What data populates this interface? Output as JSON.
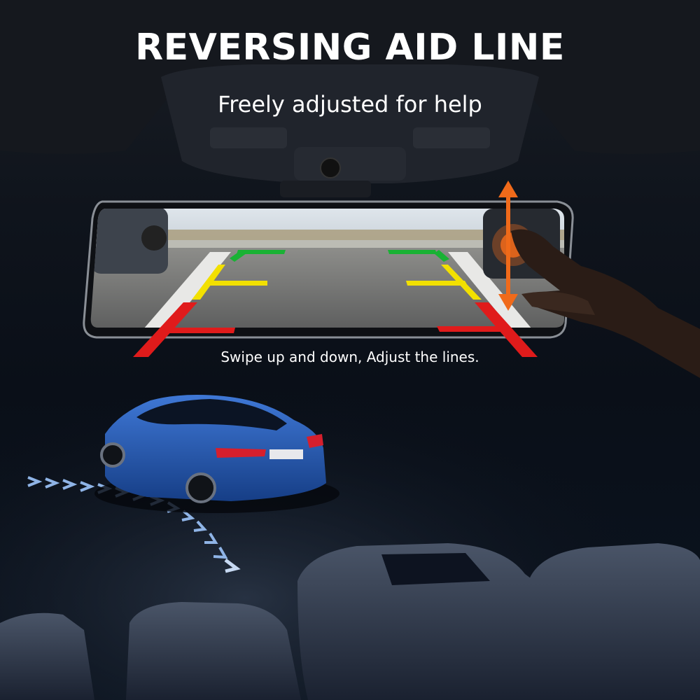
{
  "header": {
    "title": "REVERSING AID LINE",
    "subtitle": "Freely adjusted for help"
  },
  "mirror": {
    "caption": "Swipe up and down, Adjust the lines.",
    "guide_line_colors": {
      "near": "#e01b1b",
      "mid": "#f2e000",
      "far": "#19b234"
    },
    "adjust_arrow_color": "#f06a1a",
    "gesture": "swipe-up-down"
  },
  "scene": {
    "hero_car_color": "#1c4fa6",
    "direction_chevrons_color": "#8fb4e6"
  }
}
